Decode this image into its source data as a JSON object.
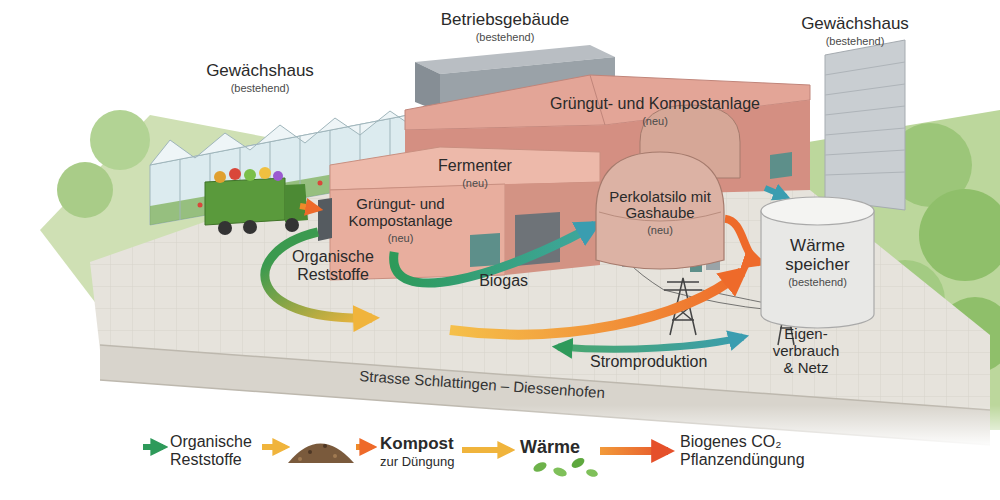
{
  "diagram": {
    "nodes": [
      {
        "text": [
          "Gewächshaus",
          "(bestehend)"
        ]
      },
      {
        "text": [
          "Betriebsgebäude",
          "(bestehend)"
        ]
      },
      {
        "text": [
          "Gewächshaus",
          "(bestehend)"
        ]
      },
      {
        "text": [
          "Grüngut- und Kompostanlage",
          "(neu)"
        ]
      },
      {
        "text": [
          "Fermenter",
          "(neu)"
        ]
      },
      {
        "text": [
          "Grüngut- und Kompostanlage",
          "(neu)"
        ]
      },
      {
        "text": [
          "Perkolatsilo mit Gashaube",
          "(neu)"
        ]
      },
      {
        "text": [
          "Wärme speicher",
          "(bestehend)"
        ]
      }
    ],
    "edges": [
      {
        "from": 5,
        "to": 6,
        "label": "Biogas",
        "arrow": "to"
      },
      {
        "from": 6,
        "to": 7,
        "arrow": "to"
      }
    ],
    "labels": [
      "Organische Reststoffe",
      "Stromproduktion",
      "Eigen- verbrauch & Netz",
      "Strasse Schlattingen – Diessenhofen",
      "Organische Reststoffe",
      "Kompost",
      "zur Düngung",
      "Wärme",
      "Biogenes CO₂ Pflanzendüngung"
    ]
  }
}
